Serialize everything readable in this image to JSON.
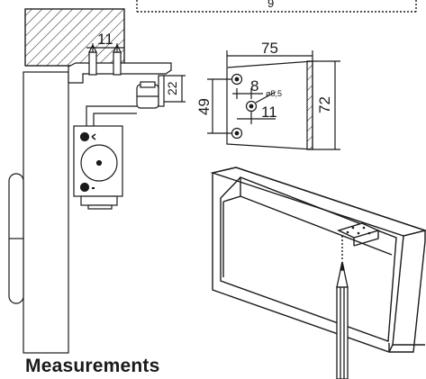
{
  "heading": "Measurements",
  "top_label": "9",
  "dims": {
    "side_spacing": "11",
    "side_height": "22",
    "plate_width": "75",
    "plate_height": "72",
    "hole_spacing": "49",
    "offset_8": "8",
    "hole_diameter": "ø5,5",
    "offset_11": "11"
  },
  "colors": {
    "line": "#1a1a1a",
    "hatch": "#1a1a1a",
    "dashed_frame": "#1a1a1a",
    "background": "#ffffff"
  }
}
